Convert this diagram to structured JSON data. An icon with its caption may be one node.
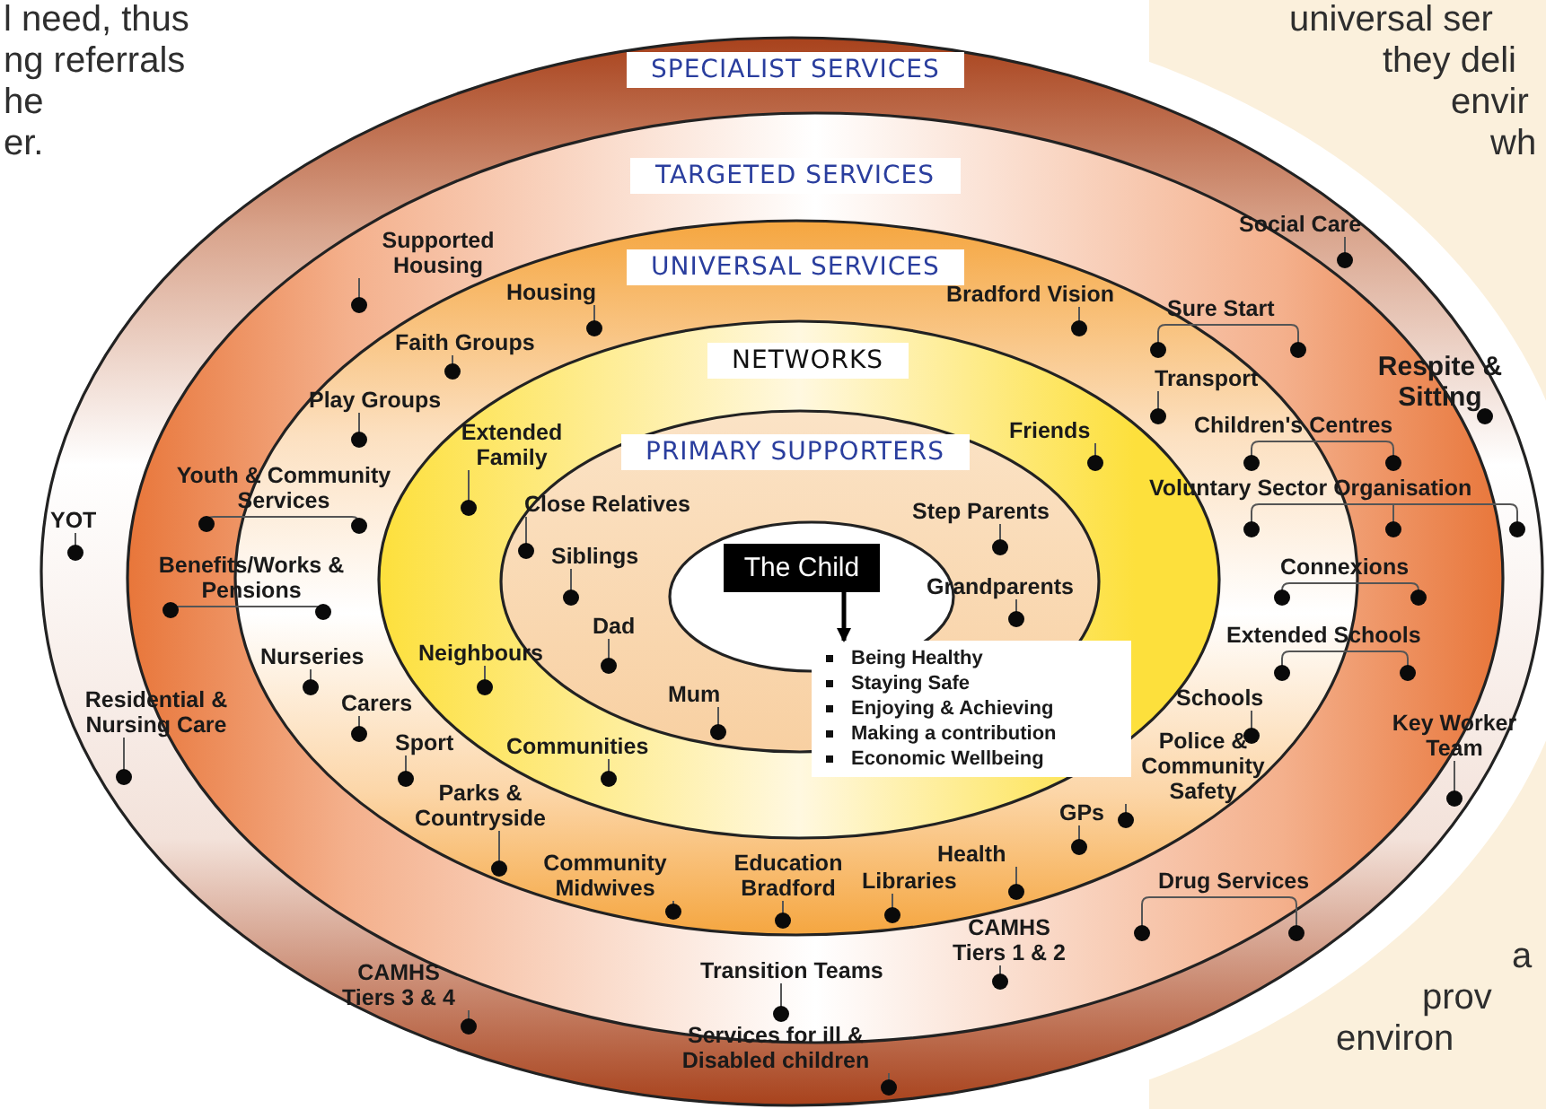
{
  "diagram": {
    "nodes": [
      {
        "text": [
          "SPECIALIST SERVICES"
        ]
      },
      {
        "text": [
          "TARGETED SERVICES"
        ],
        "in": 0
      },
      {
        "text": [
          "UNIVERSAL SERVICES"
        ],
        "in": 1
      },
      {
        "text": [
          "NETWORKS"
        ],
        "in": 2
      },
      {
        "text": [
          "PRIMARY SUPPORTERS"
        ],
        "in": 3
      },
      {
        "text": [],
        "shape": "ellipse",
        "in": 4
      },
      {
        "text": [
          "The Child"
        ],
        "in": 5
      },
      {
        "text": [
          "Being Healthy",
          "Staying Safe",
          "Enjoying & Achieving",
          "Making a contribution",
          "Economic Wellbeing"
        ],
        "in": 3
      },
      {
        "text": [
          "Supported Housing"
        ],
        "in": 1
      },
      {
        "text": [
          "Social Care"
        ],
        "in": 0
      },
      {
        "text": [
          "Housing"
        ],
        "in": 2
      },
      {
        "text": [
          "Bradford Vision"
        ],
        "in": 2
      },
      {
        "text": [
          "Sure Start"
        ],
        "in": 1
      },
      {
        "text": [
          "Faith Groups"
        ],
        "in": 2
      },
      {
        "text": [
          "Transport"
        ],
        "in": 2
      },
      {
        "text": [
          "Respite & Sitting"
        ],
        "in": 0
      },
      {
        "text": [
          "Play Groups"
        ],
        "in": 2
      },
      {
        "text": [
          "Extended Family"
        ],
        "in": 3
      },
      {
        "text": [
          "Friends"
        ],
        "in": 3
      },
      {
        "text": [
          "Children's Centres"
        ],
        "in": 1
      },
      {
        "text": [
          "Youth & Community Services"
        ],
        "in": 1
      },
      {
        "text": [
          "Voluntary Sector Organisation"
        ],
        "in": 1
      },
      {
        "text": [
          "YOT"
        ],
        "in": 0
      },
      {
        "text": [
          "Close Relatives"
        ],
        "in": 4
      },
      {
        "text": [
          "Step Parents"
        ],
        "in": 4
      },
      {
        "text": [
          "Siblings"
        ],
        "in": 4
      },
      {
        "text": [
          "Benefits/Works & Pensions"
        ],
        "in": 1
      },
      {
        "text": [
          "Connexions"
        ],
        "in": 1
      },
      {
        "text": [
          "Grandparents"
        ],
        "in": 4
      },
      {
        "text": [
          "Dad"
        ],
        "in": 4
      },
      {
        "text": [
          "Extended Schools"
        ],
        "in": 1
      },
      {
        "text": [
          "Nurseries"
        ],
        "in": 2
      },
      {
        "text": [
          "Neighbours"
        ],
        "in": 3
      },
      {
        "text": [
          "Mum"
        ],
        "in": 4
      },
      {
        "text": [
          "Residential & Nursing Care"
        ],
        "in": 0
      },
      {
        "text": [
          "Carers"
        ],
        "in": 2
      },
      {
        "text": [
          "Schools"
        ],
        "in": 2
      },
      {
        "text": [
          "Key Worker Team"
        ],
        "in": 0
      },
      {
        "text": [
          "Sport"
        ],
        "in": 2
      },
      {
        "text": [
          "Communities"
        ],
        "in": 3
      },
      {
        "text": [
          "Police & Community Safety"
        ],
        "in": 2
      },
      {
        "text": [
          "Parks & Countryside"
        ],
        "in": 2
      },
      {
        "text": [
          "GPs"
        ],
        "in": 2
      },
      {
        "text": [
          "Health"
        ],
        "in": 2
      },
      {
        "text": [
          "Community Midwives"
        ],
        "in": 2
      },
      {
        "text": [
          "Education Bradford"
        ],
        "in": 2
      },
      {
        "text": [
          "Libraries"
        ],
        "in": 2
      },
      {
        "text": [
          "Drug Services"
        ],
        "in": 1
      },
      {
        "text": [
          "CAMHS Tiers 1 & 2"
        ],
        "in": 1
      },
      {
        "text": [
          "Transition Teams"
        ],
        "in": 1
      },
      {
        "text": [
          "CAMHS Tiers 3 & 4"
        ],
        "in": 0
      },
      {
        "text": [
          "Services for ill & Disabled children"
        ],
        "in": 0
      }
    ],
    "edges": [
      {
        "from": 6,
        "to": 7,
        "arrow": "to"
      }
    ],
    "labels": [
      "l need, thus ng referrals he er.",
      "universal ser they deli envir wh",
      "a prov environ"
    ]
  }
}
